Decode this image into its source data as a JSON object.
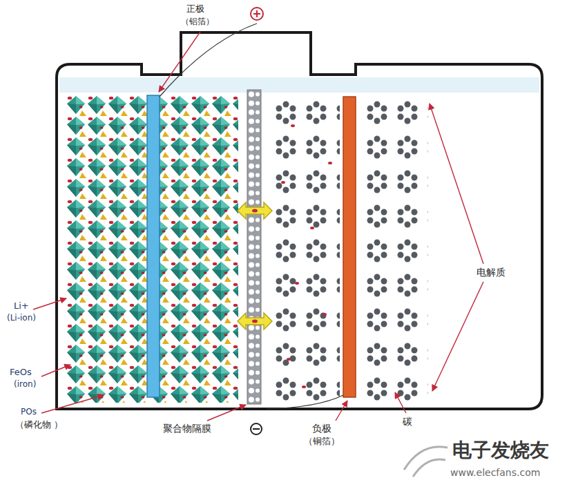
{
  "diagram": {
    "labels": [
      "正极",
      "（铝箔）",
      "Li+",
      "(Li-ion)",
      "FeOs",
      "(iron)",
      "POs",
      "（磷化物 ）",
      "聚合物隔膜",
      "负极",
      "（铜箔）",
      "电解质",
      "碳",
      "电子发烧友",
      "www.elecfans.com"
    ]
  }
}
